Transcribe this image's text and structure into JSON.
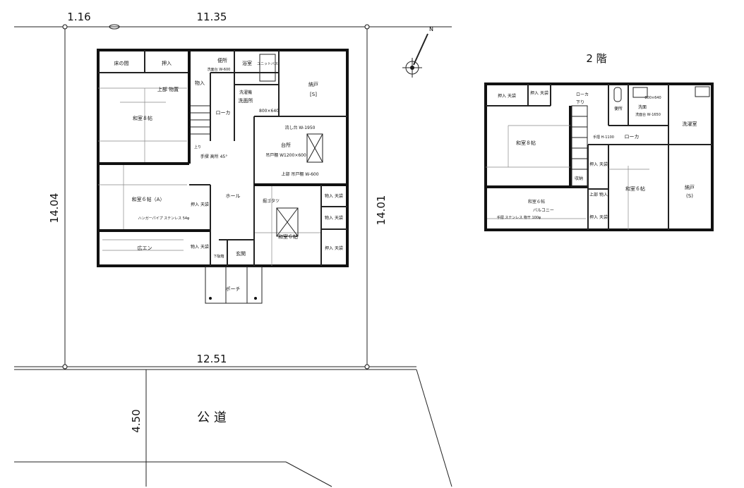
{
  "dimensions": {
    "left_offset": "1.16",
    "top": "11.35",
    "left": "14.04",
    "right": "14.01",
    "bottom": "12.51",
    "road_width": "4.50"
  },
  "road_label": "公 道",
  "north_label": "N",
  "floor1": {
    "rooms": {
      "tokonoma": "床の間",
      "oshiire_top": "押入",
      "upper_storage": "上部 物置",
      "washitsu8": "和室８帖",
      "monoire_stair": "物入",
      "toilet": "便所",
      "bath": "浴室",
      "unit_bath": "ユニットバス",
      "corridor": "ローカ",
      "washroom": "洗面所",
      "washer": "洗濯機",
      "wash_pan": "800×640",
      "nando": "納戸",
      "nando_s": "[S]",
      "kitchen": "台所",
      "hall": "ホール",
      "washitsu6a": "和室６帖（A）",
      "closet_a": "押入 天袋",
      "hiroen": "広エン",
      "monoire_b": "物入 天袋",
      "shoe": "下駄箱",
      "genkan": "玄関",
      "washitsu6": "和室６帖",
      "kotatsu": "掘ゴタツ",
      "monoire_c1": "物入 天袋",
      "monoire_c2": "物入 天袋",
      "oshiire_c3": "押入 天袋",
      "porch": "ポーチ"
    },
    "notes": {
      "handrail": "手摺 高所 45°",
      "kitchen_counter": "流し台 W-1950",
      "kitchen_shelf": "吊戸棚 W1200×600",
      "upper_cabinet": "上部 吊戸棚 W-600",
      "vanity": "洗面台 W-600",
      "fixture": "ハンガーパイプ ステンレス 54φ",
      "stair_up": "上り"
    }
  },
  "floor2": {
    "title": "2 階",
    "rooms": {
      "oshiire1": "押入 天袋",
      "oshiire2": "押入 天袋",
      "washitsu8": "和室８帖",
      "stair_down": "下り",
      "corridor_top": "ローカ",
      "toilet": "便所",
      "washroom": "洗面",
      "washer_pan": "800×640",
      "sink": "洗面台 W-1650",
      "laundry": "洗濯室",
      "corridor": "ローカ",
      "handrail": "手摺 H-1100",
      "storage": "収納",
      "oshiire3": "押入 天袋",
      "washitsu6": "和室６帖",
      "nando": "納戸",
      "nando_s": "(S)",
      "upper_storage": "上部 物入",
      "oshiire4": "押入 天袋",
      "washitsu6b": "和室６帖",
      "balcony": "バルコニー",
      "balcony_note": "手摺 ステンレス 物干 100φ"
    }
  }
}
